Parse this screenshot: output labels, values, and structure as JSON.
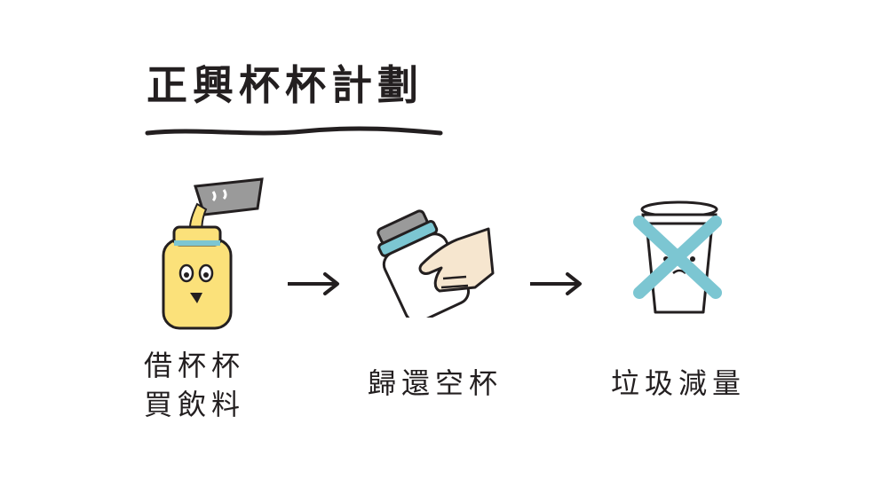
{
  "title": "正興杯杯計劃",
  "steps": [
    {
      "label_line1": "借杯杯",
      "label_line2": "買飲料",
      "icon": "pouring-drink-into-bottle"
    },
    {
      "label": "歸還空杯",
      "icon": "hand-returning-bottle"
    },
    {
      "label": "垃圾減量",
      "icon": "crossed-out-disposable-cup"
    }
  ],
  "colors": {
    "ink": "#231f20",
    "drink_yellow": "#fbe17a",
    "accent_blue": "#7cc6d2",
    "cup_gray": "#9a9a9a",
    "skin": "#f6e6cf"
  }
}
